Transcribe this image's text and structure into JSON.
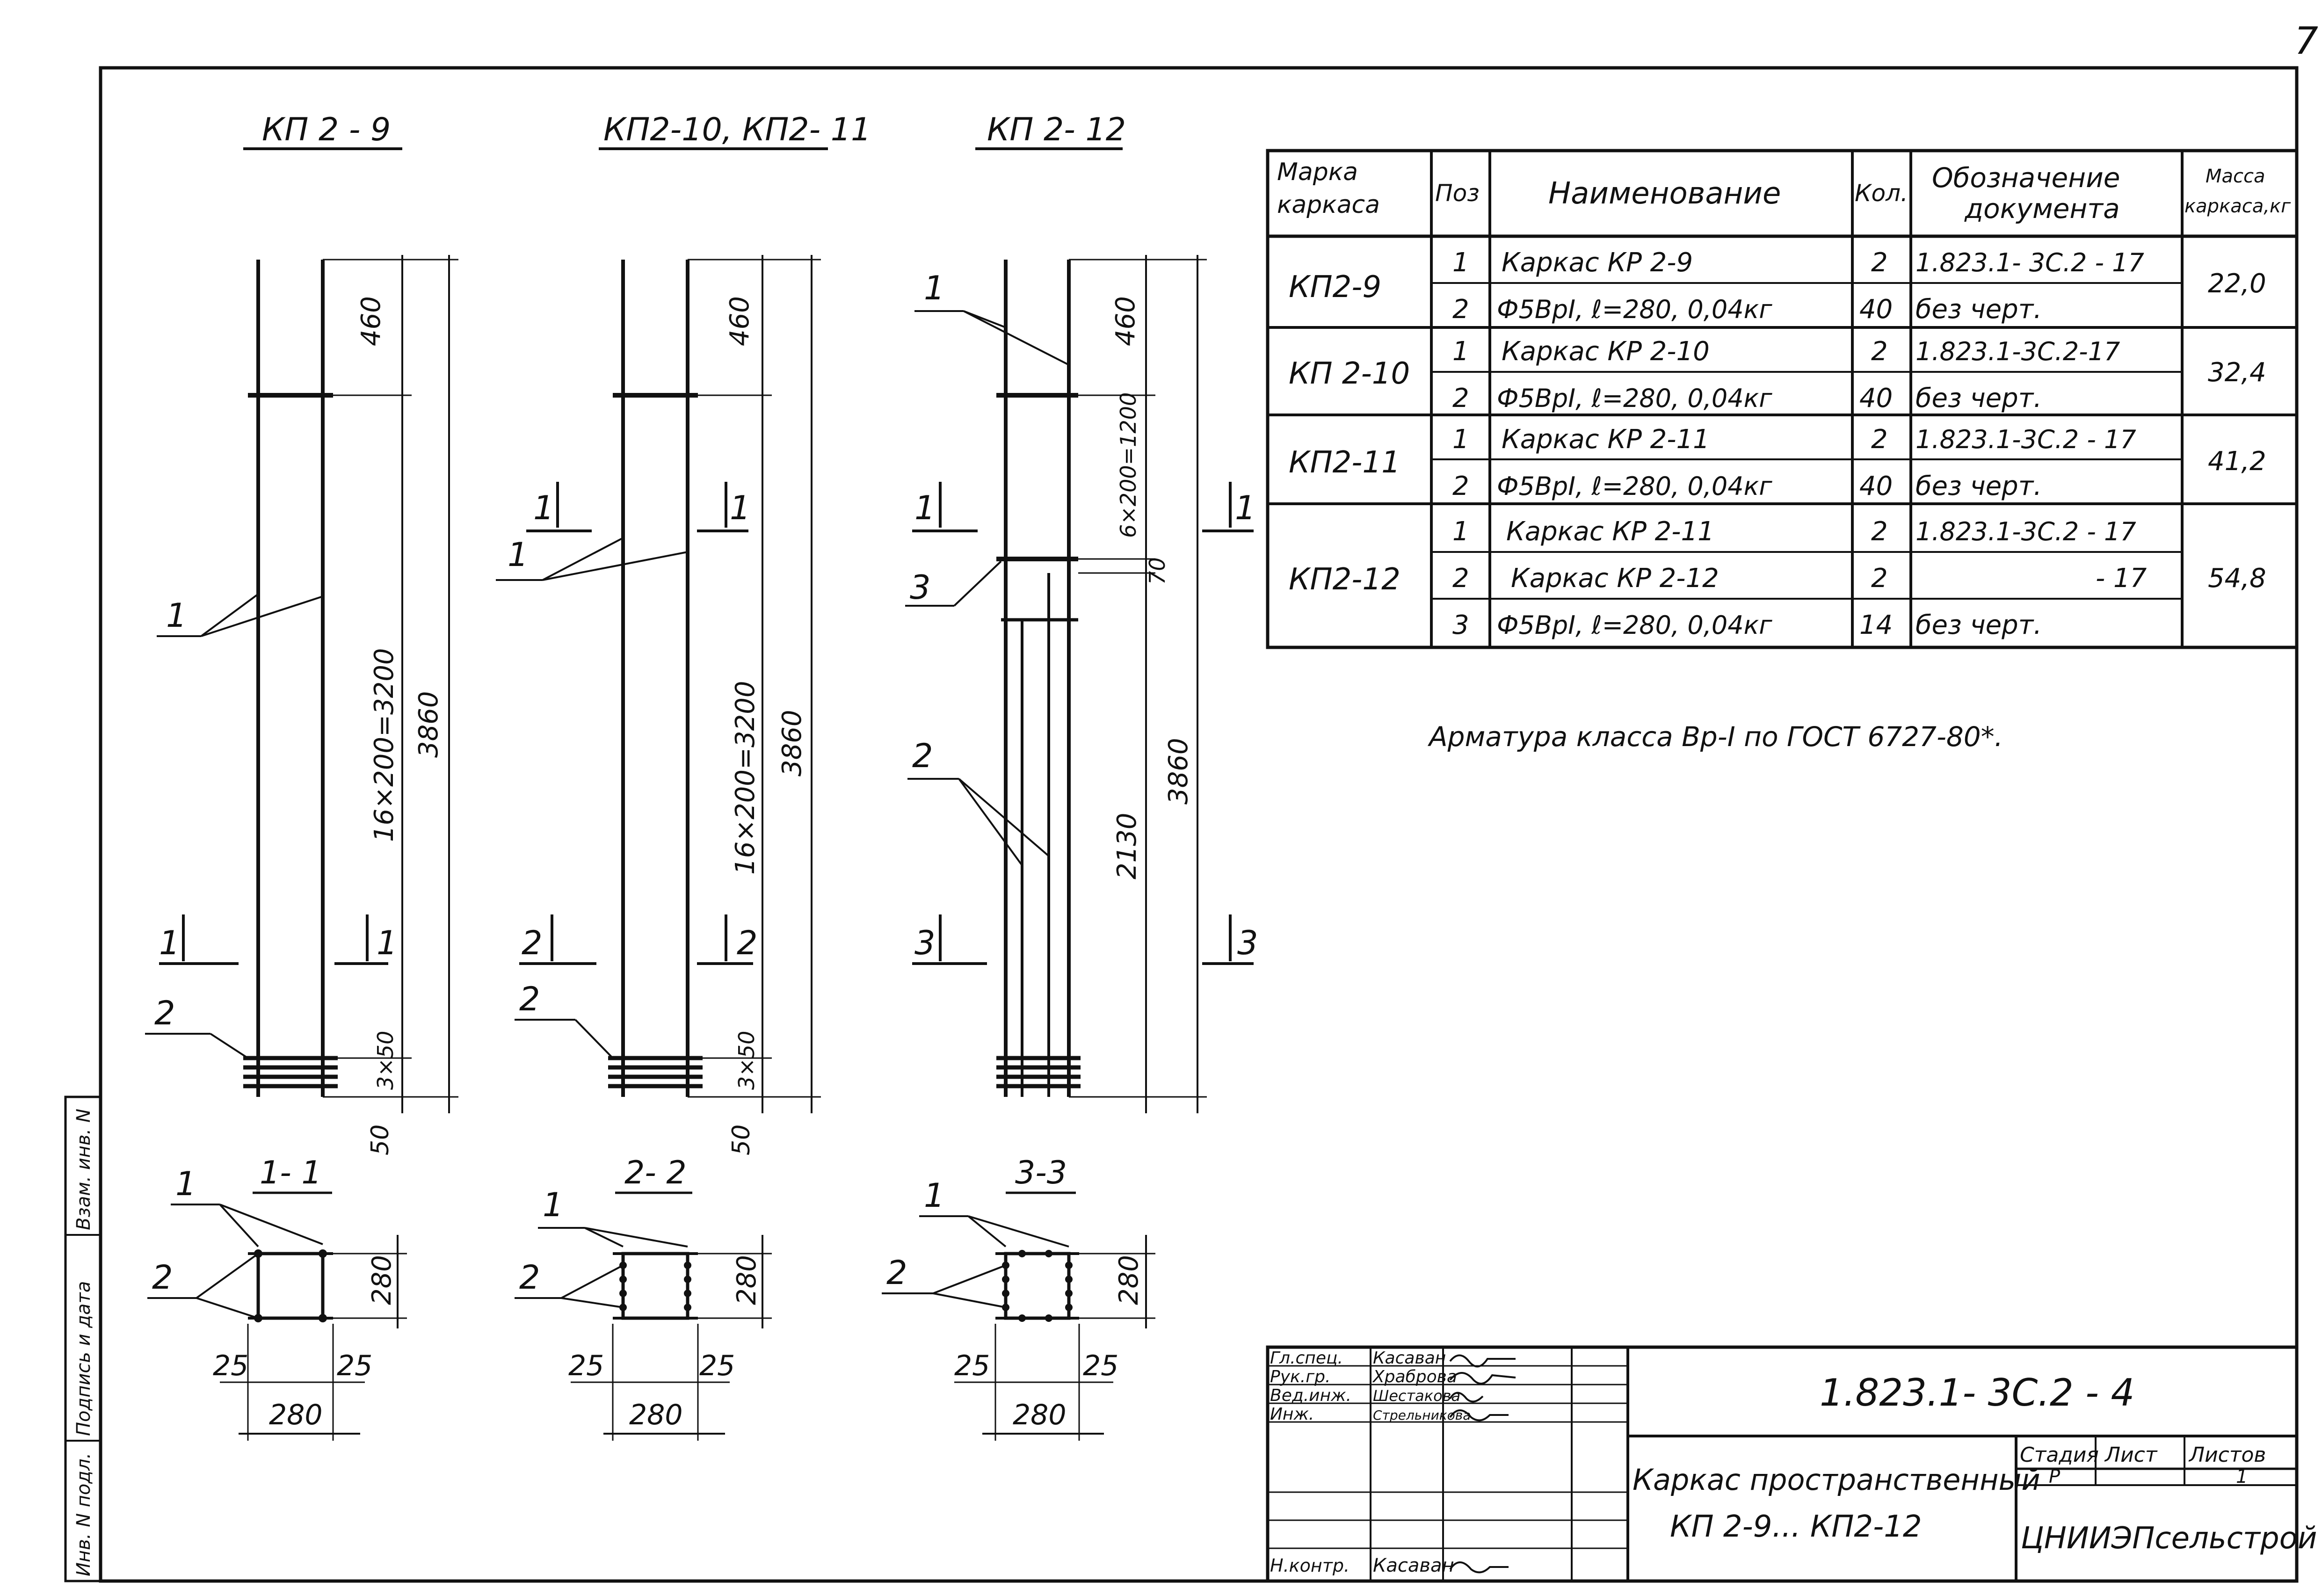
{
  "page_number": "7",
  "views": [
    {
      "title": "КП 2 - 9",
      "section_mark_left": "1",
      "section_mark_right": "1",
      "dim_top": "460",
      "dim_mid": "16×200=3200",
      "dim_overall": "3860",
      "dim_bottom_a": "3×50",
      "dim_bottom_b": "50",
      "lead_1": "1",
      "lead_2": "2"
    },
    {
      "title": "КП2-10, КП2- 11",
      "section_mark_left": "2",
      "section_mark_right": "2",
      "section_mark_mid_left": "1",
      "section_mark_mid_right": "1",
      "dim_top": "460",
      "dim_mid": "16×200=3200",
      "dim_overall": "3860",
      "dim_bottom_a": "3×50",
      "dim_bottom_b": "50",
      "lead_1": "1",
      "lead_2": "2"
    },
    {
      "title": "КП 2- 12",
      "section_mark_left": "3",
      "section_mark_right": "3",
      "section_mark_mid_left": "1",
      "section_mark_mid_right": "1",
      "dim_top": "460",
      "dim_mid": "6×200=1200",
      "dim_small": "70",
      "dim_lower": "2130",
      "dim_overall": "3860",
      "lead_1": "1",
      "lead_2": "2",
      "lead_3": "3"
    }
  ],
  "sections": [
    {
      "title": "1- 1",
      "lead_1": "1",
      "lead_2": "2",
      "dim_height": "280",
      "dim_width": "280",
      "dim_left": "25",
      "dim_right": "25"
    },
    {
      "title": "2- 2",
      "lead_1": "1",
      "lead_2": "2",
      "dim_height": "280",
      "dim_width": "280",
      "dim_left": "25",
      "dim_right": "25"
    },
    {
      "title": "3-3",
      "lead_1": "1",
      "lead_2": "2",
      "dim_height": "280",
      "dim_width": "280",
      "dim_left": "25",
      "dim_right": "25"
    }
  ],
  "spec_table": {
    "headers": [
      "Марка каркаса",
      "Поз",
      "Наименование",
      "Кол.",
      "Обозначение документа",
      "Масса каркаса,кг"
    ],
    "groups": [
      {
        "mark": "КП2-9",
        "mass": "22,0",
        "rows": [
          {
            "pos": "1",
            "name": "Каркас КР 2-9",
            "qty": "2",
            "doc": "1.823.1- 3С.2 - 17"
          },
          {
            "pos": "2",
            "name": "Ф5ВрI, ℓ=280, 0,04кг",
            "qty": "40",
            "doc": "без черт."
          }
        ]
      },
      {
        "mark": "КП 2-10",
        "mass": "32,4",
        "rows": [
          {
            "pos": "1",
            "name": "Каркас КР 2-10",
            "qty": "2",
            "doc": "1.823.1-3С.2-17"
          },
          {
            "pos": "2",
            "name": "Ф5ВрI, ℓ=280, 0,04кг",
            "qty": "40",
            "doc": "без черт."
          }
        ]
      },
      {
        "mark": "КП2-11",
        "mass": "41,2",
        "rows": [
          {
            "pos": "1",
            "name": "Каркас КР 2-11",
            "qty": "2",
            "doc": "1.823.1-3С.2 - 17"
          },
          {
            "pos": "2",
            "name": "Ф5ВрI, ℓ=280, 0,04кг",
            "qty": "40",
            "doc": "без черт."
          }
        ]
      },
      {
        "mark": "КП2-12",
        "mass": "54,8",
        "rows": [
          {
            "pos": "1",
            "name": "Каркас КР 2-11",
            "qty": "2",
            "doc": "1.823.1-3С.2 - 17"
          },
          {
            "pos": "2",
            "name": "Каркас КР 2-12",
            "qty": "2",
            "doc": "- 17"
          },
          {
            "pos": "3",
            "name": "Ф5ВрI, ℓ=280, 0,04кг",
            "qty": "14",
            "doc": "без черт."
          }
        ]
      }
    ]
  },
  "note": "Арматура класса Вр-I по ГОСТ 6727-80*.",
  "side_stamp": [
    "Инв. N подл.",
    "Подпись и дата",
    "Взам. инв. N"
  ],
  "title_block": {
    "doc_code": "1.823.1- 3С.2 - 4",
    "title_line1": "Каркас пространственный",
    "title_line2": "КП 2-9... КП2-12",
    "org": "ЦНИИЭПсельстрой",
    "stage_label": "Стадия",
    "sheet_label": "Лист",
    "sheets_label": "Листов",
    "stage_value": "Р",
    "sheets_value": "1",
    "people": [
      {
        "role": "Гл.спец.",
        "name": "Касаван"
      },
      {
        "role": "Рук.гр.",
        "name": "Храброва"
      },
      {
        "role": "Вед.инж.",
        "name": "Шестакова"
      },
      {
        "role": "Инж.",
        "name": "Стрельникова"
      },
      {
        "role": "",
        "name": ""
      },
      {
        "role": "",
        "name": ""
      },
      {
        "role": "Н.контр.",
        "name": "Касаван"
      }
    ]
  }
}
